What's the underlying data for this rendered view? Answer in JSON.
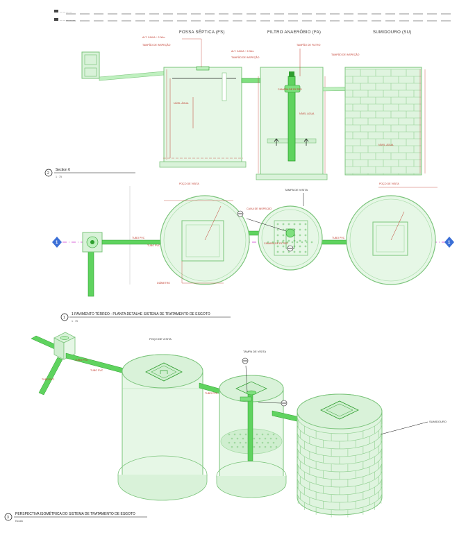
{
  "header": {
    "sheet_line_1": "— — — —",
    "sheet_line_2": "— — — — —"
  },
  "section": {
    "columns": {
      "fossa": "FOSSA SÉPTICA (FS)",
      "filtro": "FILTRO ANAERÓBIO (FA)",
      "sumidouro": "SUMIDOURO (SU)"
    },
    "labels": {
      "fossa_top_1": "ALT. CAIXA ÷ 2.00m",
      "fossa_top_2": "TAMPÃO DE INSPEÇÃO",
      "filtro_top_1": "ALT. CAIXA ÷ 2.00m",
      "filtro_top_2": "TAMPÃO DE INSPEÇÃO",
      "filtro_top_3": "TAMPÃO DE FILTRO",
      "sumidouro_top": "TAMPÃO DE INSPEÇÃO",
      "filtro_mid": "CAMARA DE FILTRO",
      "fossa_level": "NÍVEL ÁGUA",
      "filtro_level": "NÍVEL ÁGUA",
      "sumidouro_level": "NÍVEL ÁGUA"
    },
    "marker": "2",
    "title": "Section 6",
    "scale": "1 : 75"
  },
  "plan": {
    "labels": {
      "fossa_cover": "POÇO DE VISITA",
      "filtro_cover": "TAMPA DE VISITA",
      "sumidouro_cover": "POÇO DE VISITA",
      "pipe_1": "TUBO PVC",
      "pipe_2": "TUBO PVC",
      "pipe_3": "TUBO PVC",
      "fossa_bottom": "DIÂMETRO",
      "filtro_callout": "CAIXA DE INSPEÇÃO",
      "filtro_tee": "CAMARA DE FILTRO"
    },
    "section_tags": [
      "1",
      "1"
    ],
    "marker": "1",
    "title": "1 PAVIMENTO TÉRREO - PLANTA DETALHE SISTEMA DE TRATAMENTO DE ESGOTO",
    "scale": "1 : 75"
  },
  "iso": {
    "labels": {
      "pipe_in": "TUBO PVC",
      "pipe_tee": "TUBO PVC",
      "pipe_a": "TUBO PVC",
      "pipe_b": "TUBO PVC",
      "fossa_cover": "POÇO DE VISITA",
      "filtro_cover": "TAMPA DE VISITA",
      "sumidouro_cover": "SUMIDOURO"
    },
    "marker": "3",
    "title": "PERSPECTIVA ISOMÉTRICA DO SISTEMA DE TRATAMENTO DE ESGOTO",
    "scale": "Escala"
  },
  "colors": {
    "tank_fill": "#d9f2d9",
    "tank_stroke": "#7bc47b",
    "pipe": "#5fd35f",
    "pipe_dark": "#2e9e2e",
    "dim": "#c0392b",
    "axis": "#cc33cc",
    "tag": "#3b6fd6"
  }
}
